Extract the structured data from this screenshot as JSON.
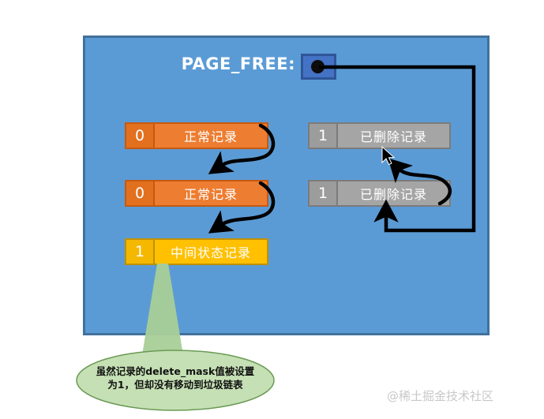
{
  "diagram": {
    "head_pointer": {
      "label": "PAGE_FREE:",
      "box_color": "#4472c4",
      "dot_color": "#0d0d0d"
    },
    "left_column": [
      {
        "flag": "0",
        "label": "正常记录",
        "kind": "normal",
        "color": "#ed7d31"
      },
      {
        "flag": "0",
        "label": "正常记录",
        "kind": "normal",
        "color": "#ed7d31"
      },
      {
        "flag": "1",
        "label": "中间状态记录",
        "kind": "mid",
        "color": "#ffc000"
      }
    ],
    "right_column": [
      {
        "flag": "1",
        "label": "已删除记录",
        "kind": "deleted",
        "color": "#a5a5a5"
      },
      {
        "flag": "1",
        "label": "已删除记录",
        "kind": "deleted",
        "color": "#a5a5a5"
      }
    ],
    "callout": {
      "line1": "虽然记录的delete_mask值被设置",
      "line2": "为1，但却没有移动到垃圾链表",
      "fill": "#c5e0b4",
      "stroke": "#6a9a54"
    },
    "panel": {
      "fill": "#5b9bd5",
      "stroke": "#41719c"
    },
    "arrow_color": "#000000",
    "watermark": "@稀土掘金技术社区"
  }
}
